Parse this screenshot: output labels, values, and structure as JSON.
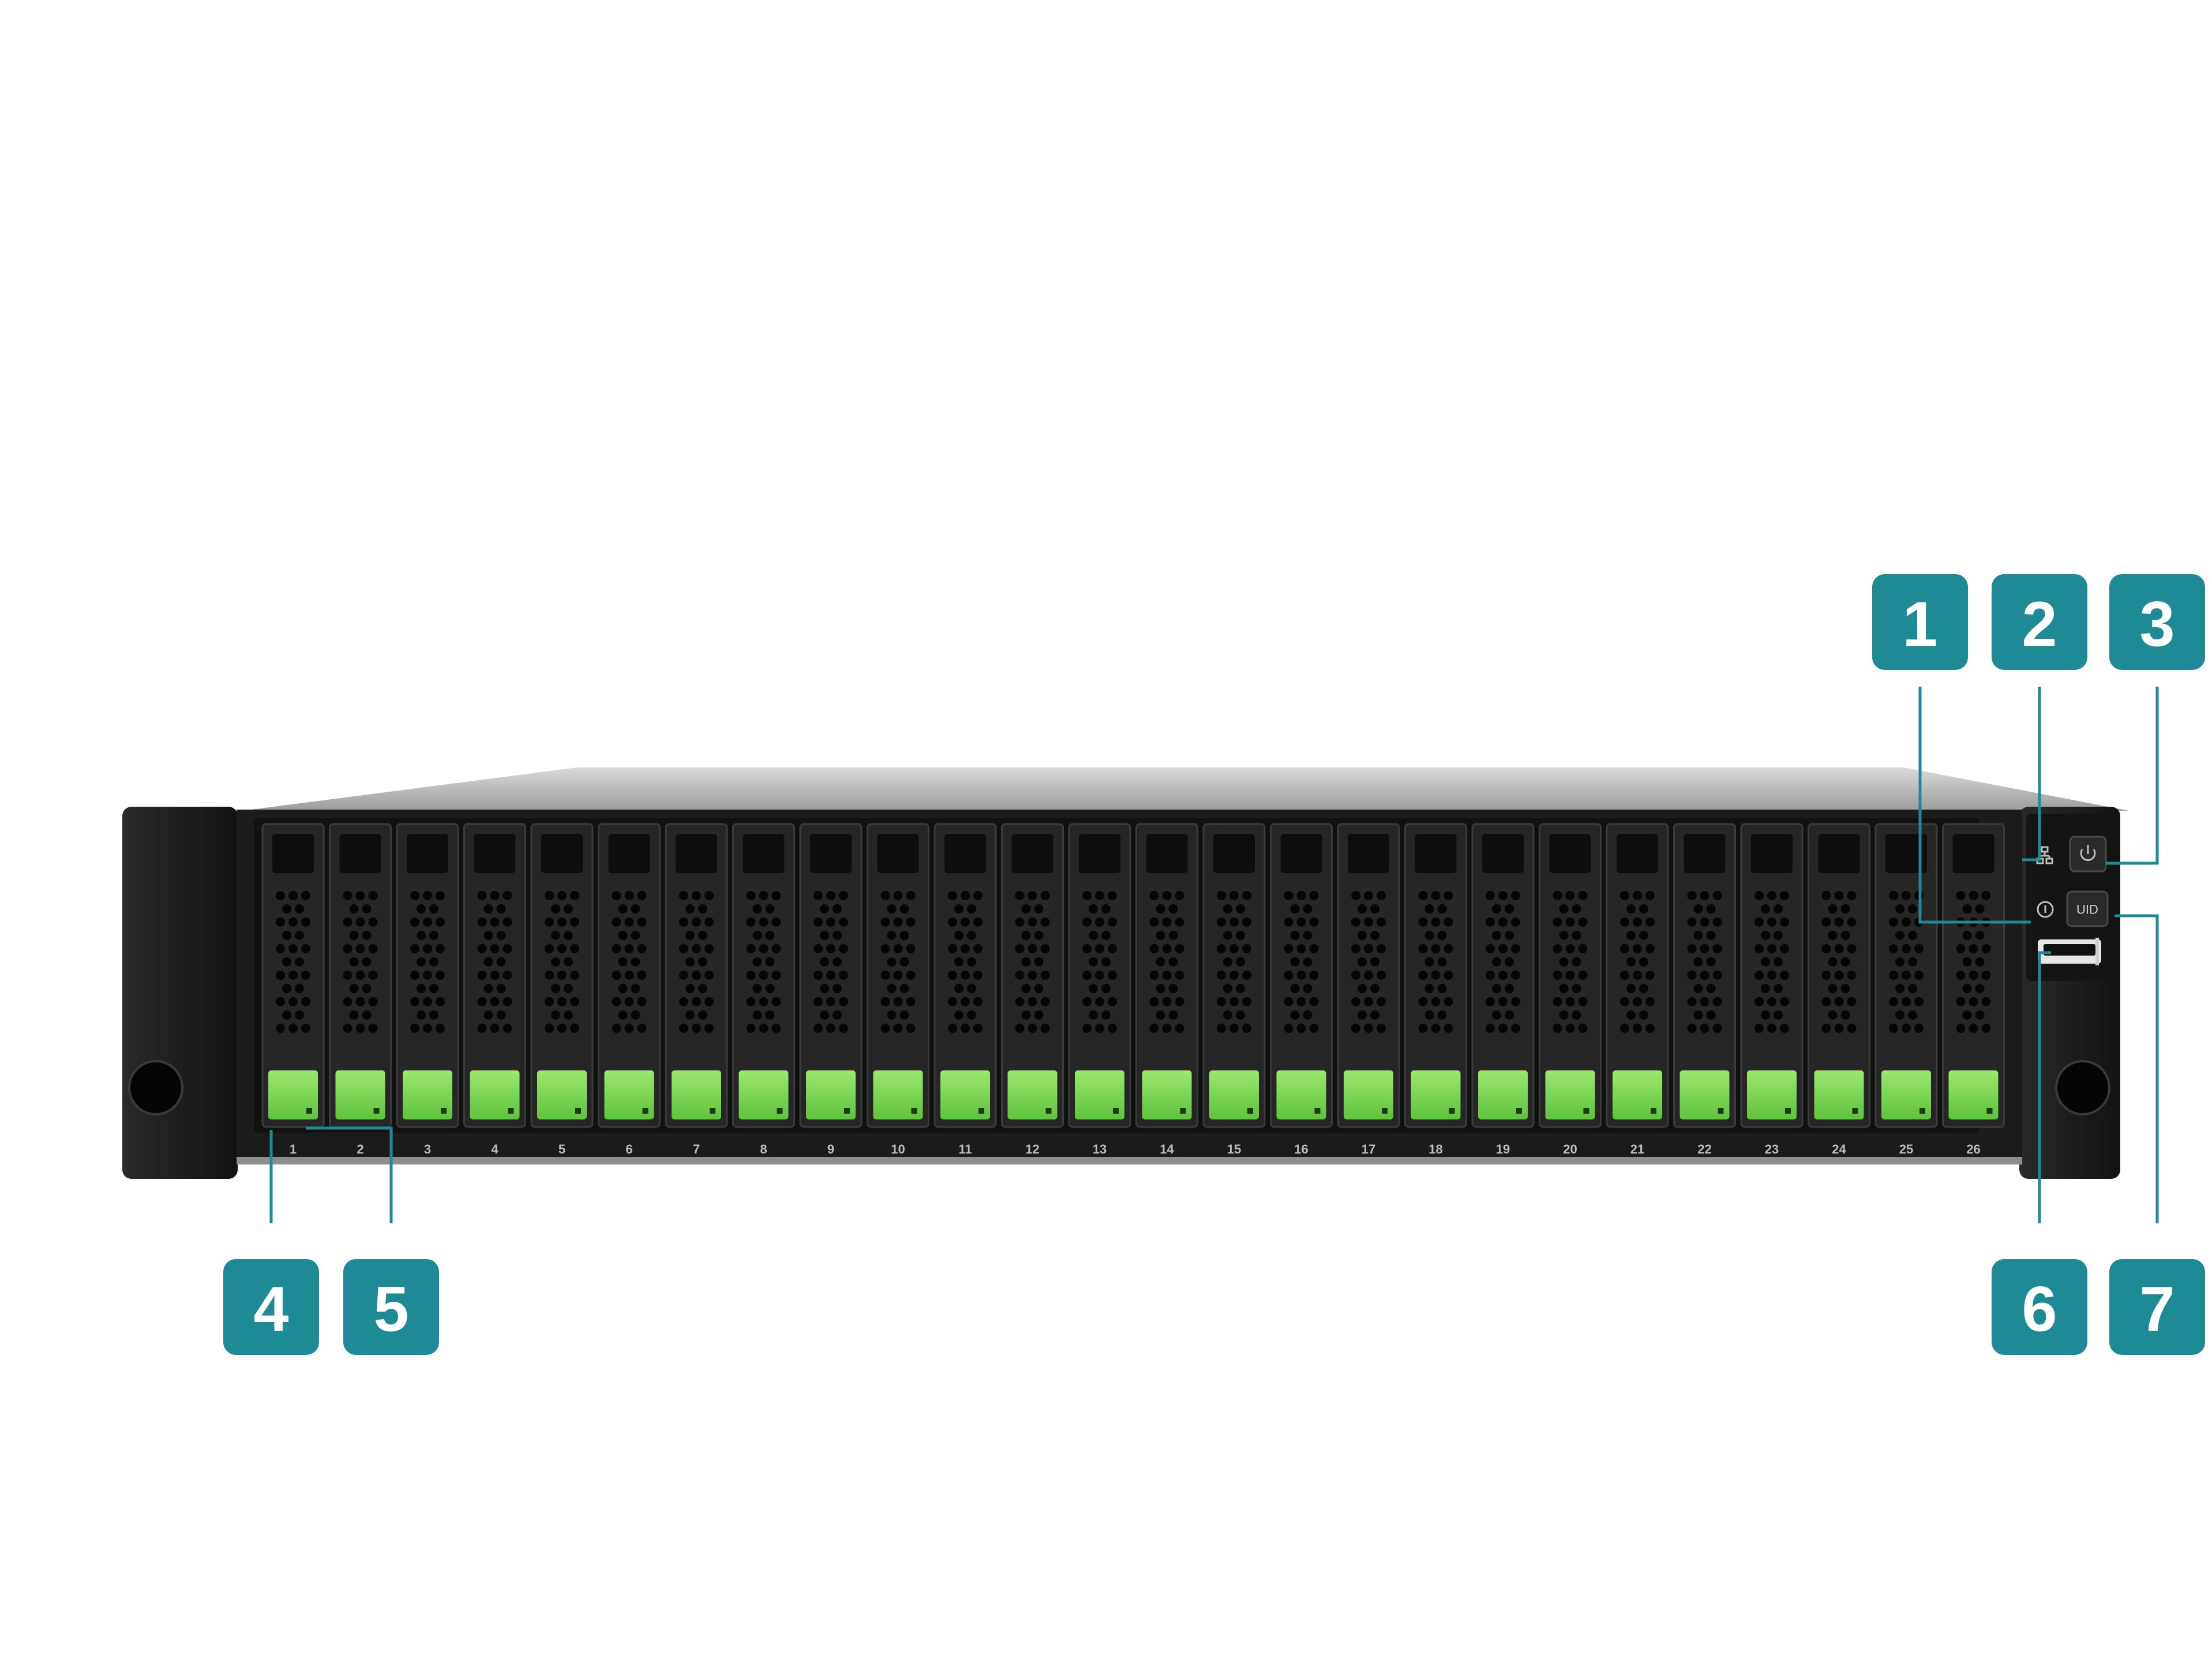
{
  "bays": [
    "1",
    "2",
    "3",
    "4",
    "5",
    "6",
    "7",
    "8",
    "9",
    "10",
    "11",
    "12",
    "13",
    "14",
    "15",
    "16",
    "17",
    "18",
    "19",
    "20",
    "21",
    "22",
    "23",
    "24",
    "25",
    "26"
  ],
  "callouts": [
    "1",
    "2",
    "3",
    "4",
    "5",
    "6",
    "7"
  ],
  "panel": {
    "uid_label": "UID",
    "icons": [
      "network-icon",
      "power-icon",
      "info-icon",
      "usb-port"
    ]
  },
  "colors": {
    "callout": "#1e8a96",
    "leader": "#1e8a96",
    "tray_handle": "#7ed957",
    "chassis": "#1b1b1b",
    "lid": "#b9b9b9"
  }
}
